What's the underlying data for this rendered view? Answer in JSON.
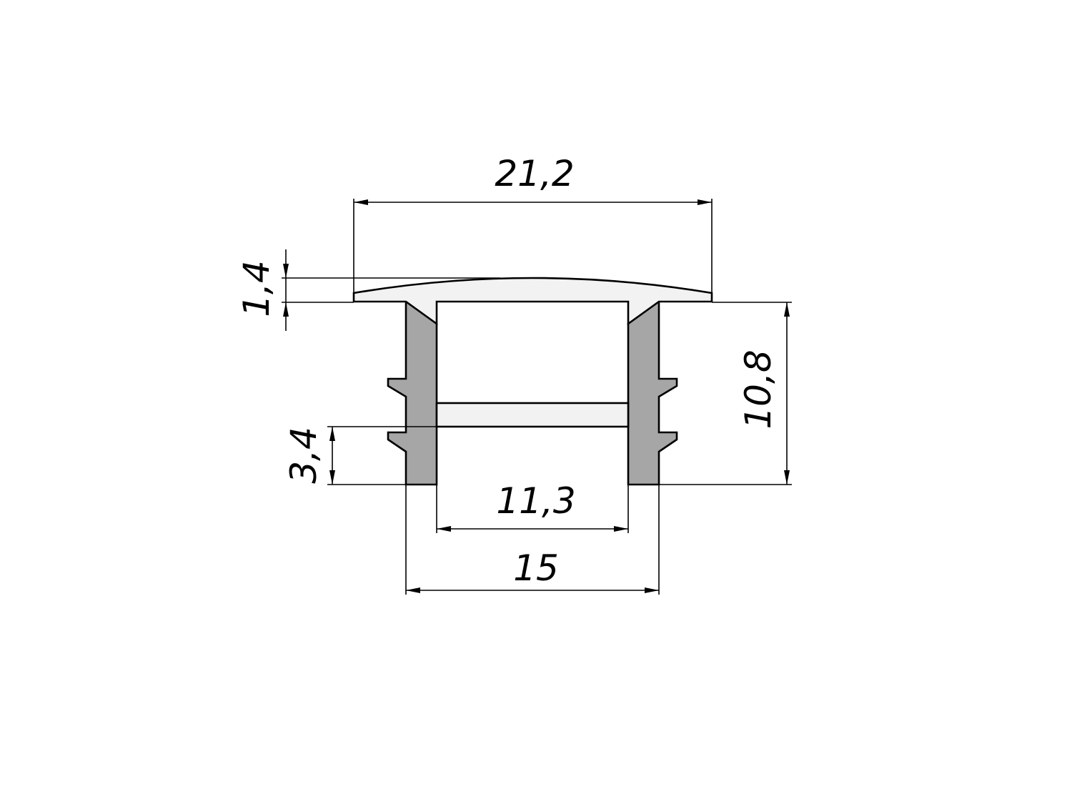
{
  "drawing": {
    "colors": {
      "profile_fill": "#a6a6a6",
      "diffuser_fill": "#f2f2f2",
      "line": "#000000",
      "background": "#ffffff"
    },
    "dimensions": {
      "overall_width": "21,2",
      "cap_thickness": "1,4",
      "height": "10,8",
      "lower_height": "3,4",
      "inner_width": "11,3",
      "outer_width": "15"
    }
  }
}
